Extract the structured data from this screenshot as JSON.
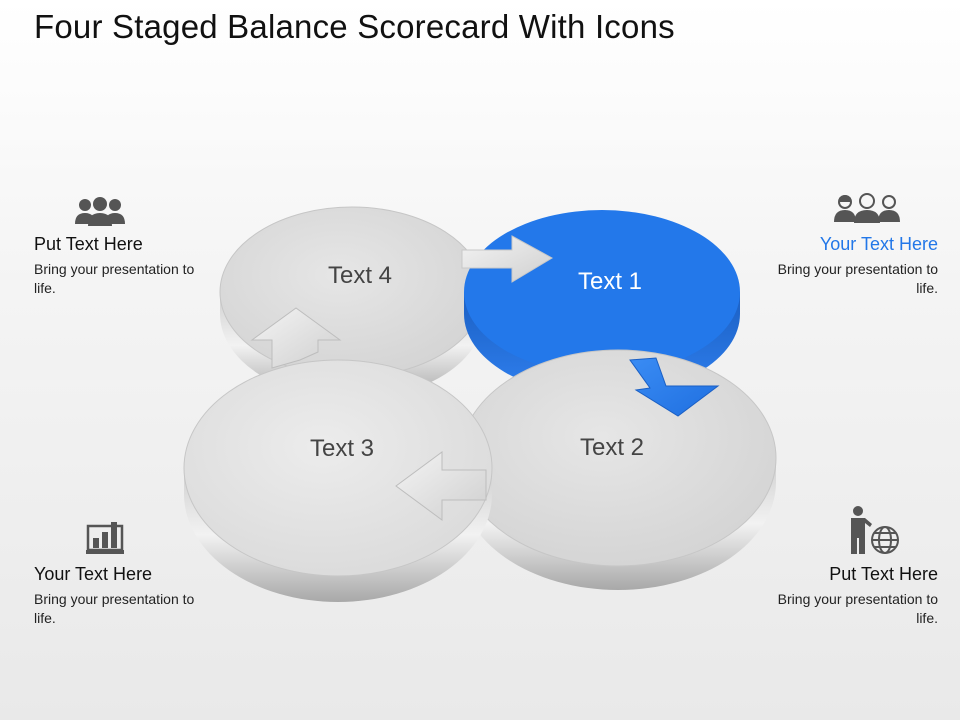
{
  "title": "Four Staged Balance Scorecard With Icons",
  "stages": {
    "text1": "Text 1",
    "text2": "Text 2",
    "text3": "Text 3",
    "text4": "Text 4"
  },
  "callouts": {
    "top_left": {
      "heading": "Put Text Here",
      "body": "Bring your presentation to life.",
      "icon": "team-icon"
    },
    "top_right": {
      "heading": "Your Text Here",
      "body": "Bring your presentation to life.",
      "icon": "people-icon"
    },
    "bottom_left": {
      "heading": "Your Text Here",
      "body": "Bring your presentation to life.",
      "icon": "bar-chart-icon"
    },
    "bottom_right": {
      "heading": "Put Text Here",
      "body": "Bring your presentation to life.",
      "icon": "presenter-globe-icon"
    }
  },
  "colors": {
    "accent": "#2277e8",
    "disc_light": "#dcdcdc",
    "icon_gray": "#555555",
    "heading_dark": "#111111"
  }
}
